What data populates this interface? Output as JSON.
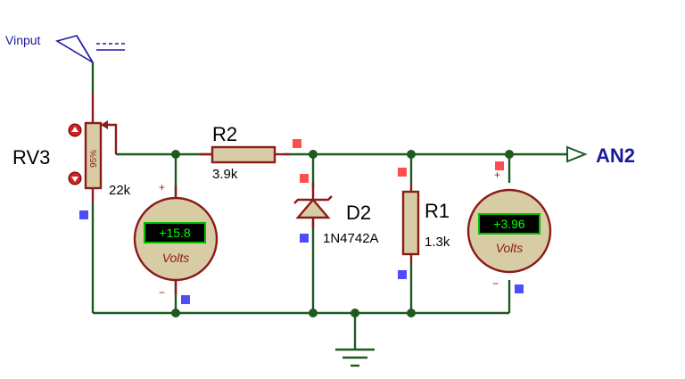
{
  "input": {
    "label": "Vinput"
  },
  "rv3": {
    "name": "RV3",
    "value": "22k",
    "position": "95%"
  },
  "r2": {
    "name": "R2",
    "value": "3.9k"
  },
  "d2": {
    "name": "D2",
    "value": "1N4742A"
  },
  "r1": {
    "name": "R1",
    "value": "1.3k"
  },
  "output": {
    "label": "AN2"
  },
  "meter1": {
    "reading": "+15.8",
    "unit": "Volts",
    "plus": "+",
    "minus": "−"
  },
  "meter2": {
    "reading": "+3.96",
    "unit": "Volts",
    "plus": "+",
    "minus": "−"
  },
  "colors": {
    "wire": "#1e5a1e",
    "component": "#8b1a1a",
    "component_fill": "#d8cca4",
    "terminal_label": "#1a1aa0",
    "probe_high": "#ff4d4d",
    "probe_low": "#4d4dff",
    "lcd_text": "#00ff00"
  }
}
